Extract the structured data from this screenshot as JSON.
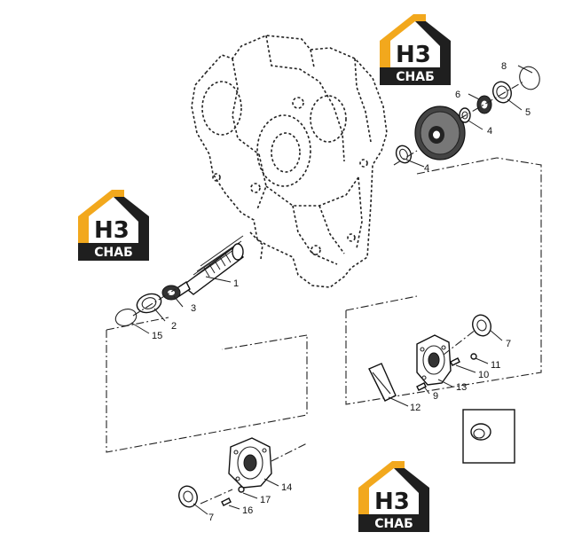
{
  "colors": {
    "brand_orange": "#F2A81D",
    "brand_dark": "#1F1F1F",
    "line": "#222222"
  },
  "logo": {
    "letters": "H3",
    "text": "СНАБ"
  },
  "callouts": {
    "c1": "1",
    "c2": "2",
    "c3": "3",
    "c4a": "4",
    "c4b": "4",
    "c5": "5",
    "c6": "6",
    "c7a": "7",
    "c7b": "7",
    "c8": "8",
    "c9": "9",
    "c10": "10",
    "c11": "11",
    "c12": "12",
    "c13": "13",
    "c14": "14",
    "c15": "15",
    "c16": "16",
    "c17": "17"
  }
}
